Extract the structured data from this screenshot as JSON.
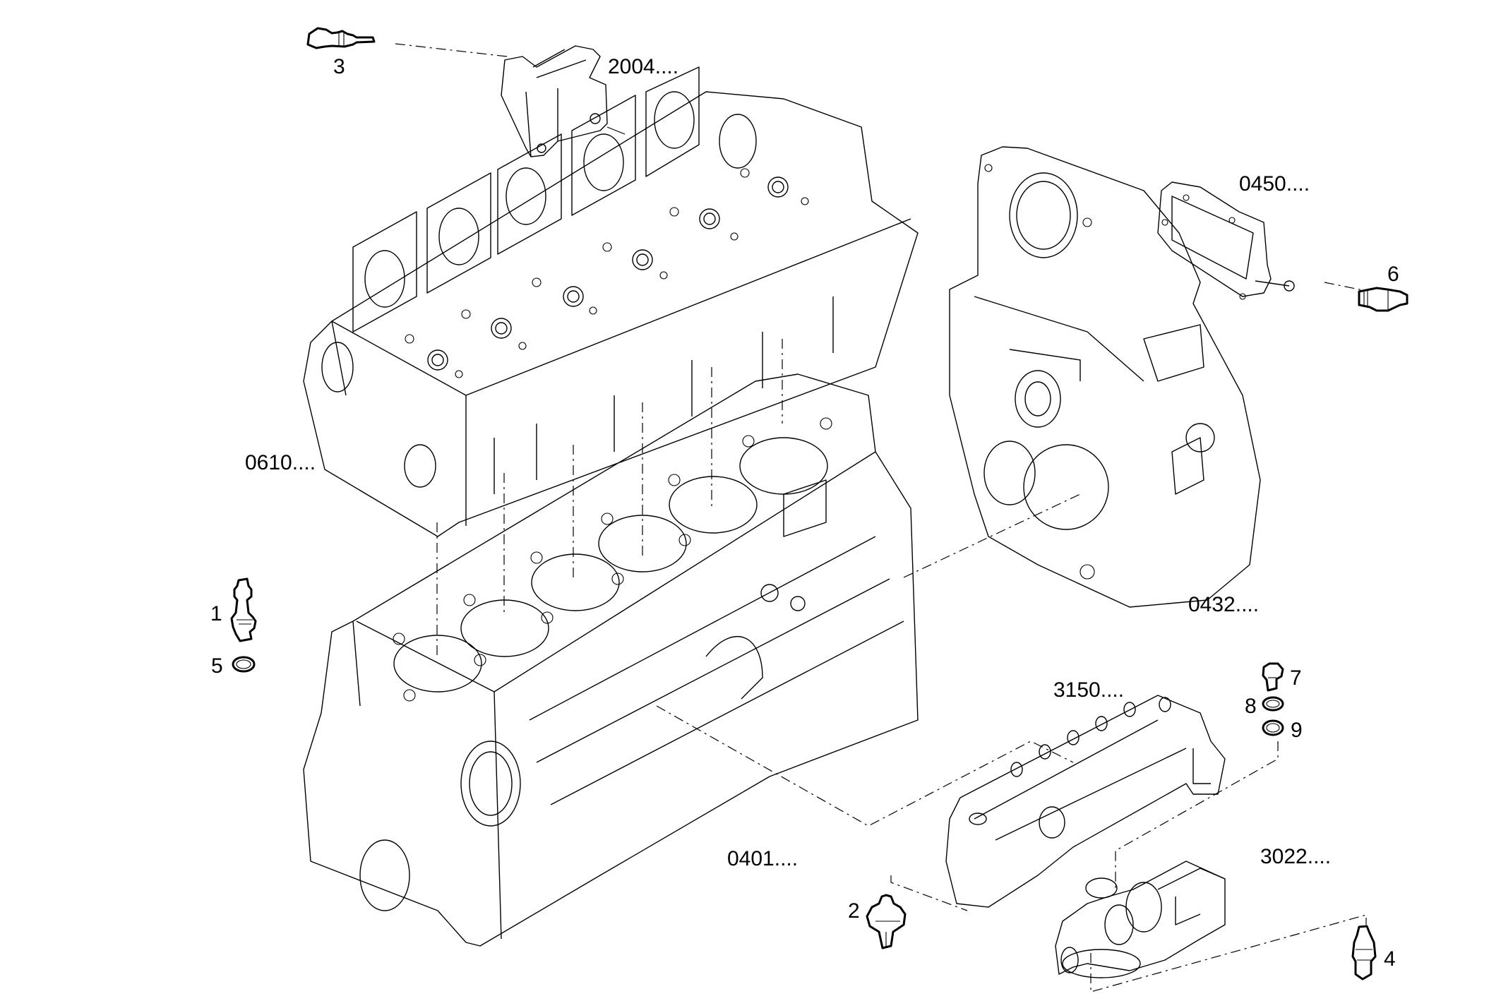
{
  "diagram": {
    "title": "Engine block exploded parts view",
    "groups": [
      {
        "id": "cylinder-head",
        "ref": "0610...."
      },
      {
        "id": "thermostat-housing",
        "ref": "2004...."
      },
      {
        "id": "timing-cover",
        "ref": "0432...."
      },
      {
        "id": "inspection-cover",
        "ref": "0450...."
      },
      {
        "id": "crankcase",
        "ref": "0401...."
      },
      {
        "id": "oil-gallery",
        "ref": "3150...."
      },
      {
        "id": "oil-filter-support",
        "ref": "3022...."
      }
    ],
    "items": [
      {
        "id": "sensor-1",
        "ref": "1"
      },
      {
        "id": "sensor-2",
        "ref": "2"
      },
      {
        "id": "sensor-3",
        "ref": "3"
      },
      {
        "id": "sensor-4",
        "ref": "4"
      },
      {
        "id": "seal-ring-5",
        "ref": "5"
      },
      {
        "id": "sensor-6",
        "ref": "6"
      },
      {
        "id": "plug-7",
        "ref": "7"
      },
      {
        "id": "seal-ring-8",
        "ref": "8"
      },
      {
        "id": "seal-ring-9",
        "ref": "9"
      }
    ]
  }
}
